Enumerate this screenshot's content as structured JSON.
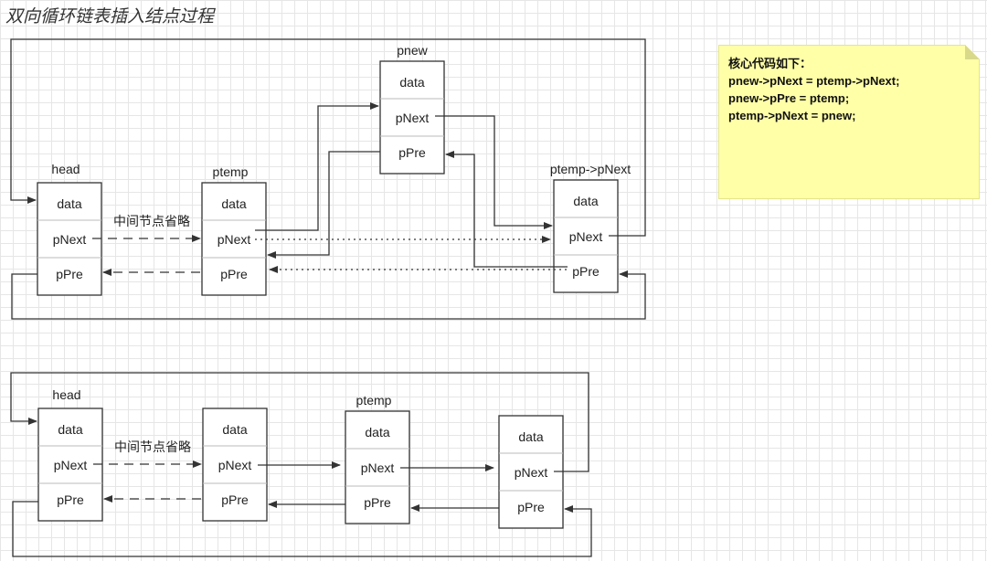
{
  "title": "双向循环链表插入结点过程",
  "note": {
    "heading": "核心代码如下：",
    "lines": [
      "pnew->pNext = ptemp->pNext;",
      "pnew->pPre = ptemp;",
      "ptemp->pNext = pnew;"
    ]
  },
  "fields": {
    "data": "data",
    "next": "pNext",
    "prev": "pPre"
  },
  "omitted_label": "中间节点省略",
  "top": {
    "head": "head",
    "ptemp": "ptemp",
    "pnew": "pnew",
    "ptemp_next": "ptemp->pNext"
  },
  "bottom": {
    "head": "head",
    "ptemp": "ptemp"
  },
  "colors": {
    "line": "#333333",
    "border": "#333333",
    "divider": "#bbbbbb",
    "note_bg": "#ffffa8"
  }
}
